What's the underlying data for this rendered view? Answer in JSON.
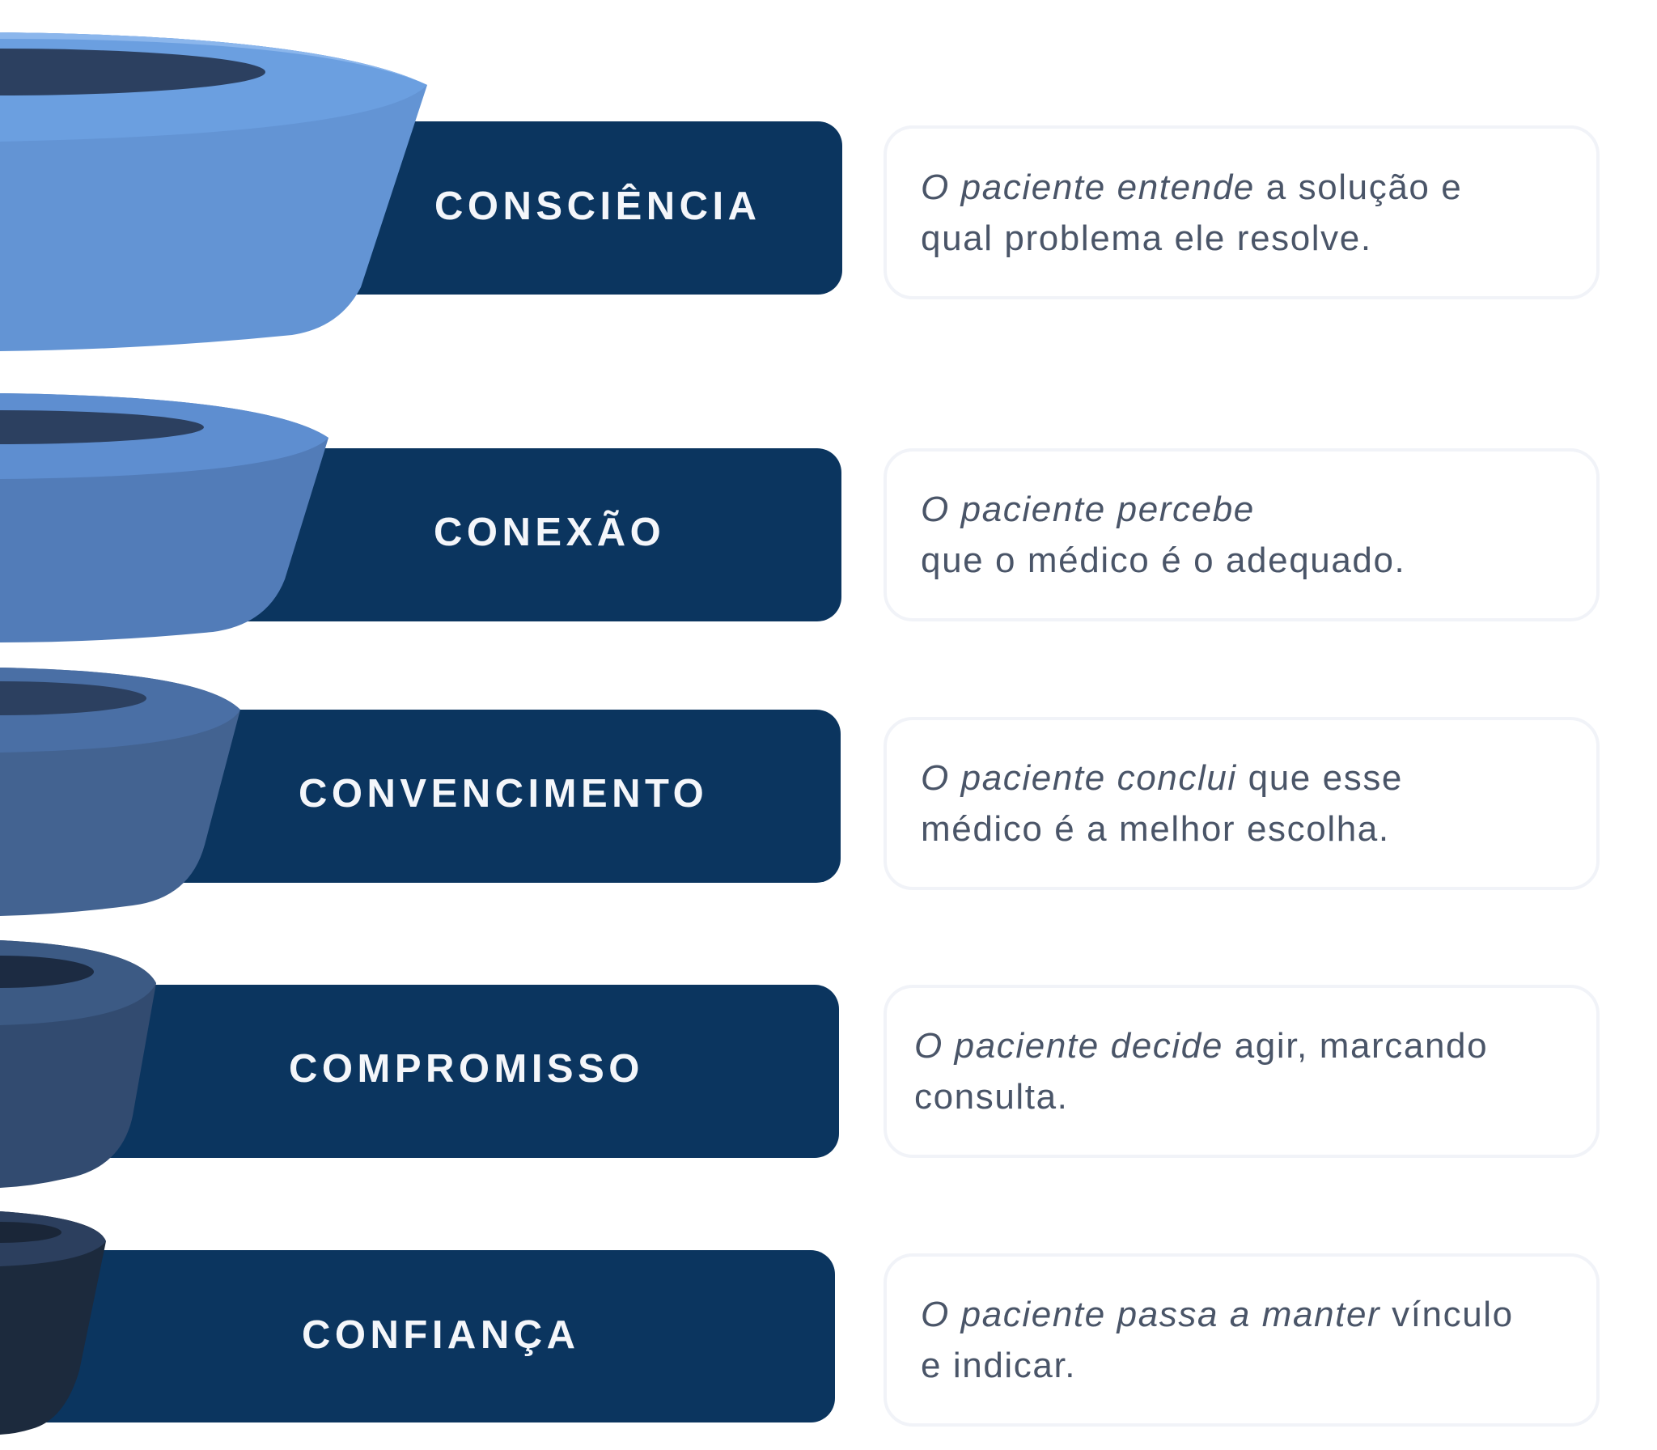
{
  "colors": {
    "bar": "#0b355f",
    "text": "#4a5568"
  },
  "stages": [
    {
      "label": "CONSCIÊNCIA",
      "lines": [
        [
          {
            "t": "O paciente entende",
            "i": true
          },
          {
            "t": " a solução e",
            "i": false
          }
        ],
        [
          {
            "t": "qual problema ele resolve.",
            "i": false
          }
        ]
      ]
    },
    {
      "label": "CONEXÃO",
      "lines": [
        [
          {
            "t": "O paciente percebe",
            "i": true
          }
        ],
        [
          {
            "t": "que o médico é o adequado.",
            "i": false
          }
        ]
      ]
    },
    {
      "label": "CONVENCIMENTO",
      "lines": [
        [
          {
            "t": "O paciente conclui",
            "i": true
          },
          {
            "t": " que esse",
            "i": false
          }
        ],
        [
          {
            "t": "médico é a melhor escolha.",
            "i": false
          }
        ]
      ]
    },
    {
      "label": "COMPROMISSO",
      "lines": [
        [
          {
            "t": "O paciente decide",
            "i": true
          },
          {
            "t": " agir, marcando",
            "i": false
          }
        ],
        [
          {
            "t": "consulta.",
            "i": false
          }
        ]
      ]
    },
    {
      "label": "CONFIANÇA",
      "lines": [
        [
          {
            "t": "O paciente passa a manter",
            "i": true
          },
          {
            "t": " vínculo",
            "i": false
          }
        ],
        [
          {
            "t": "e indicar.",
            "i": false
          }
        ]
      ]
    }
  ]
}
